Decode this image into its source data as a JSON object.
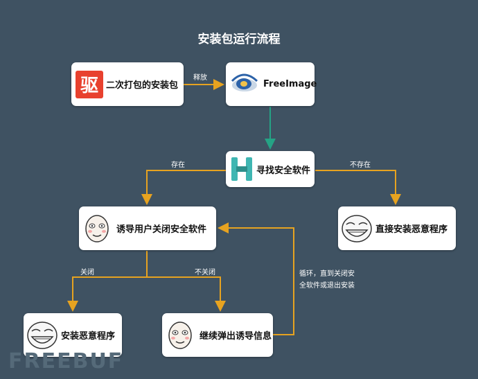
{
  "title": "安装包运行流程",
  "nodes": {
    "package": {
      "label": "二次打包的安装包",
      "icon_char": "驱",
      "icon_color": "#e8412e"
    },
    "freeimage": {
      "label": "FreeImage"
    },
    "find": {
      "label": "寻找安全软件",
      "icon_color": "#3fb6b2"
    },
    "lure": {
      "label": "诱导用户关闭安全软件"
    },
    "install_right": {
      "label": "直接安装恶意程序"
    },
    "install_left": {
      "label": "安装恶意程序"
    },
    "popup": {
      "label": "继续弹出诱导信息"
    }
  },
  "edges": {
    "release": "释放",
    "exists": "存在",
    "not_exists": "不存在",
    "closed": "关闭",
    "not_closed": "不关闭",
    "loop_line1": "循环，直到关闭安",
    "loop_line2": "全软件或退出安装"
  },
  "colors": {
    "background": "#3f5262",
    "arrow_orange": "#e7a320",
    "arrow_teal": "#25a385"
  },
  "watermark": "FREEBUF"
}
